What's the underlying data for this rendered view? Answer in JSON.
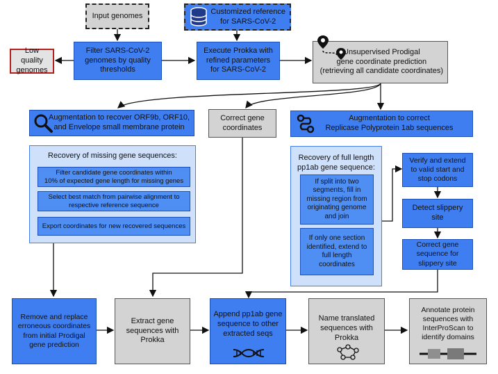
{
  "boxes": {
    "input_genomes": "Input genomes",
    "customized_reference": "Customized reference\nfor SARS-CoV-2",
    "low_quality": "Low quality\ngenomes",
    "filter": "Filter SARS-CoV-2\ngenomes by quality\nthresholds",
    "prokka_execute": "Execute Prokka with\nrefined parameters\nfor SARS-CoV-2",
    "prodigal": "Unsupervised Prodigal\ngene coordinate prediction\n(retrieving all candidate coordinates)",
    "augment_orf": "Augmentation to recover ORF9b, ORF10,\nand Envelope small membrane protein",
    "correct_coords": "Correct gene\ncoordinates",
    "augment_replicase": "Augmentation to correct\nReplicase Polyprotein 1ab sequences",
    "recovery_missing_title": "Recovery of missing gene sequences:",
    "filter_candidate": "Filter candidate gene coordinates within\n10% of expected gene length for missing genes",
    "select_best": "Select best match from pairwise alignment to\nrespective reference sequence",
    "export_coords": "Export coordinates for new recovered sequences",
    "recovery_full_title": "Recovery of full length\npp1ab gene sequence:",
    "if_split": "If split into two\nsegments, fill in\nmissing region from\noriginating genome\nand join",
    "if_one": "If only one section\nidentified, extend to\nfull length\ncoordinates",
    "verify_extend": "Verify and extend\nto valid start and\nstop codons",
    "detect_slippery": "Detect slippery\nsite",
    "correct_gene_seq": "Correct gene\nsequence for\nslippery site",
    "remove_replace": "Remove and replace\nerroneous coordinates\nfrom initial Prodigal\ngene prediction",
    "extract_genes": "Extract gene\nsequences with\nProkka",
    "append_pp1ab": "Append pp1ab gene\nsequence to other\nextracted seqs",
    "name_translated": "Name translated\nsequences with\nProkka",
    "annotate_protein": "Annotate protein\nsequences with\nInterProScan to\nidentify domains"
  },
  "colors": {
    "blue": "#3f7ef0",
    "light_blue": "#cfe0fb",
    "gray": "#d3d3d3",
    "red_border": "#b42020"
  },
  "icons": [
    "database-icon",
    "location-path-icon",
    "magnifier-icon",
    "route-icon",
    "dna-icon",
    "network-icon",
    "protein-domain-icon"
  ]
}
